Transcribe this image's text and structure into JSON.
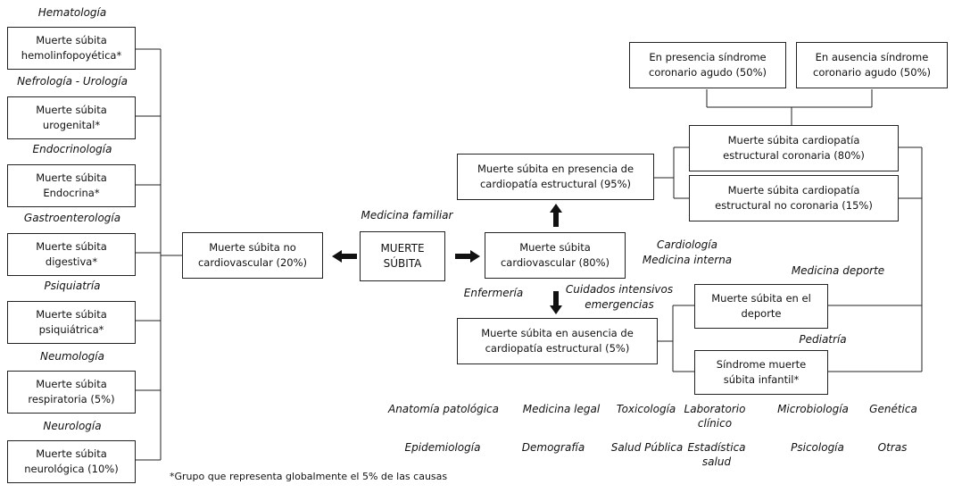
{
  "center": "MUERTE\nSÚBITA",
  "medicina_familiar": "Medicina familiar",
  "no_cv": "Muerte súbita no\ncardiovascular (20%)",
  "cv": "Muerte súbita\ncardiovascular (80%)",
  "cardio_label": "Cardiología\nMedicina interna",
  "enfermeria": "Enfermería",
  "cuidados": "Cuidados intensivos\nemergencias",
  "presencia": "Muerte súbita en presencia de\ncardiopatía estructural (95%)",
  "ausencia": "Muerte súbita en ausencia  de\ncardiopatía estructural (5%)",
  "coronaria": "Muerte súbita cardiopatía\nestructural coronaria (80%)",
  "no_coronaria": "Muerte súbita cardiopatía\nestructural no coronaria (15%)",
  "sca_presencia": "En presencia síndrome\ncoronario agudo (50%)",
  "sca_ausencia": "En ausencia síndrome\ncoronario agudo (50%)",
  "medicina_deporte": "Medicina deporte",
  "deporte": "Muerte súbita en el\ndeporte",
  "pediatria": "Pediatría",
  "infantil": "Síndrome muerte\nsúbita infantil*",
  "left_items": [
    {
      "category": "Hematología",
      "box": "Muerte súbita\nhemolinfopoyética*"
    },
    {
      "category": "Nefrología - Urología",
      "box": "Muerte súbita\nurogenital*"
    },
    {
      "category": "Endocrinología",
      "box": "Muerte súbita\nEndocrina*"
    },
    {
      "category": "Gastroenterología",
      "box": "Muerte súbita\ndigestiva*"
    },
    {
      "category": "Psiquiatría",
      "box": "Muerte súbita\npsiquiátrica*"
    },
    {
      "category": "Neumología",
      "box": "Muerte súbita\nrespiratoria (5%)"
    },
    {
      "category": "Neurología",
      "box": "Muerte súbita\nneurológica (10%)"
    }
  ],
  "footnote": "*Grupo que representa globalmente el 5% de las causas",
  "disciplines_row1": [
    "Anatomía patológica",
    "Medicina legal",
    "Toxicología",
    "Laboratorio\nclínico",
    "Microbiología",
    "Genética"
  ],
  "disciplines_row2": [
    "Epidemiología",
    "Demografía",
    "Salud Pública",
    "Estadística\nsalud",
    "Psicología",
    "Otras"
  ]
}
